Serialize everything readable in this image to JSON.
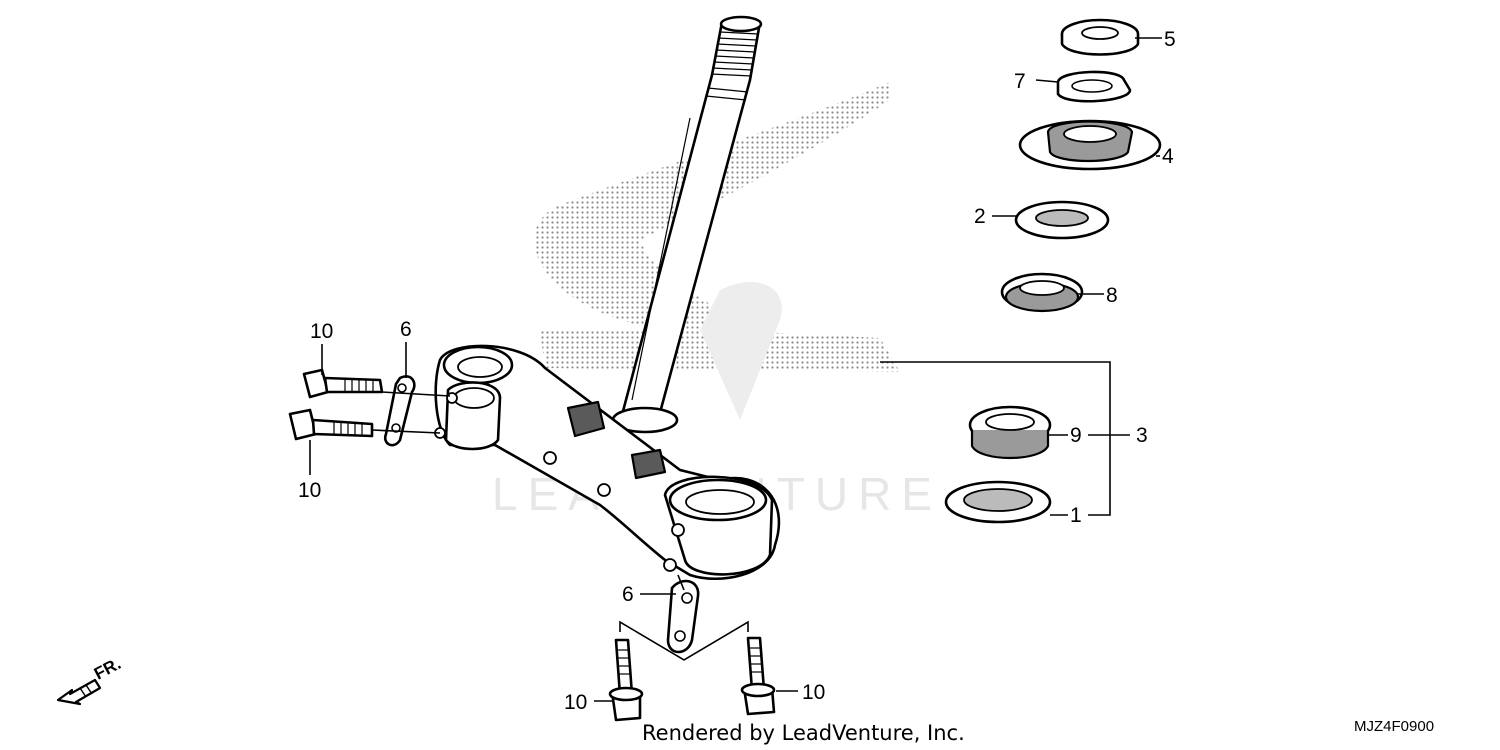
{
  "diagram": {
    "callouts": [
      {
        "id": "c5",
        "label": "5"
      },
      {
        "id": "c7",
        "label": "7"
      },
      {
        "id": "c4",
        "label": "4"
      },
      {
        "id": "c2",
        "label": "2"
      },
      {
        "id": "c8",
        "label": "8"
      },
      {
        "id": "c10a",
        "label": "10"
      },
      {
        "id": "c6a",
        "label": "6"
      },
      {
        "id": "c10b",
        "label": "10"
      },
      {
        "id": "c9",
        "label": "9"
      },
      {
        "id": "c3",
        "label": "3"
      },
      {
        "id": "c1",
        "label": "1"
      },
      {
        "id": "c6b",
        "label": "6"
      },
      {
        "id": "c10c",
        "label": "10"
      },
      {
        "id": "c10d",
        "label": "10"
      }
    ],
    "direction_label": "FR.",
    "credit": "Rendered by LeadVenture, Inc.",
    "diagram_code": "MJZ4F0900",
    "watermark_text": "LEADVENTURE"
  }
}
